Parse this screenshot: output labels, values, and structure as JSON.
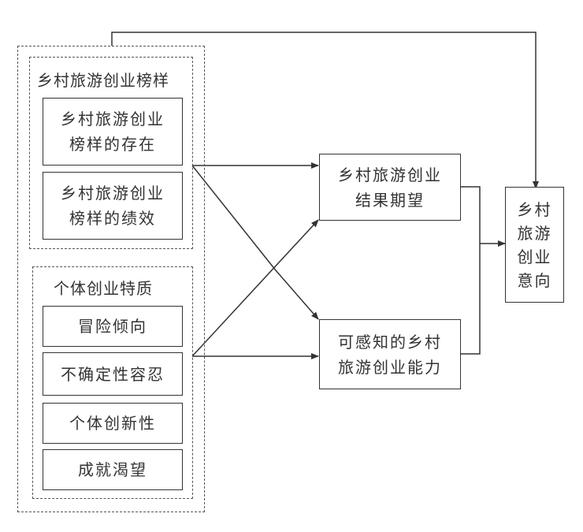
{
  "diagram": {
    "outer_group": {},
    "role_model_group": {
      "title": "乡村旅游创业榜样",
      "items": [
        {
          "label": "乡村旅游创业\n榜样的存在"
        },
        {
          "label": "乡村旅游创业\n榜样的绩效"
        }
      ]
    },
    "traits_group": {
      "title": "个体创业特质",
      "items": [
        {
          "label": "冒险倾向"
        },
        {
          "label": "不确定性容忍"
        },
        {
          "label": "个体创新性"
        },
        {
          "label": "成就渴望"
        }
      ]
    },
    "mediators": [
      {
        "label": "乡村旅游创业\n结果期望"
      },
      {
        "label": "可感知的乡村\n旅游创业能力"
      }
    ],
    "outcome": {
      "label": "乡村\n旅游\n创业\n意向"
    },
    "colors": {
      "line": "#333333",
      "dash": "#555555"
    }
  }
}
